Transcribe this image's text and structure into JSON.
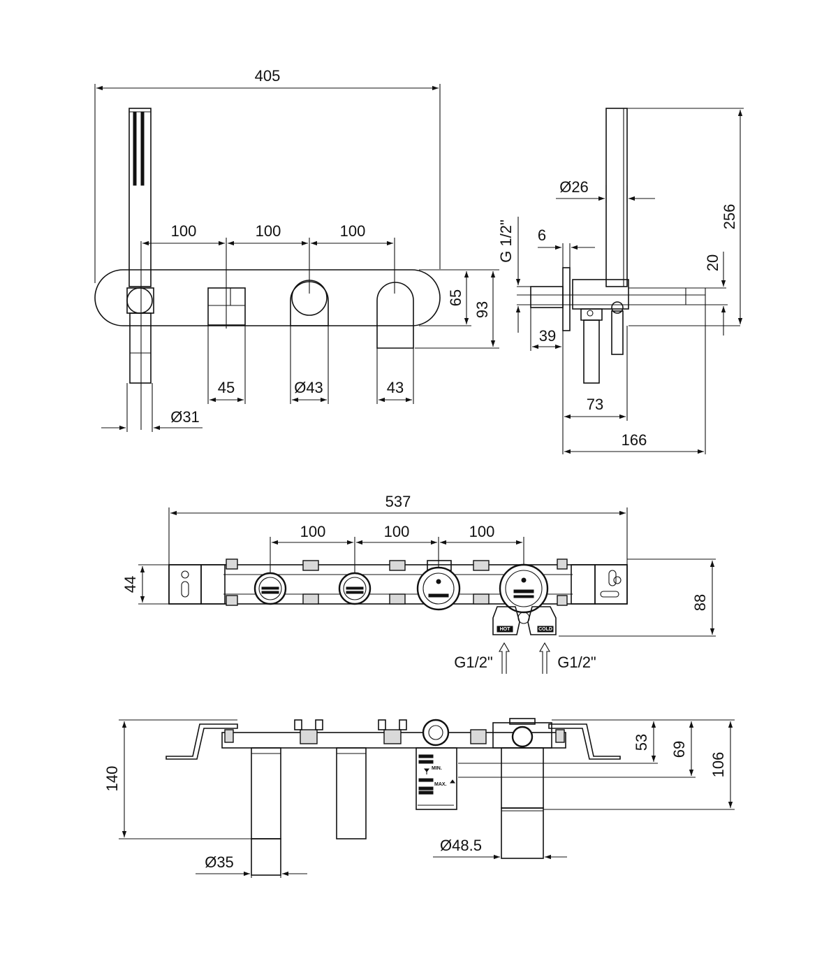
{
  "front_view": {
    "overall_width": "405",
    "spacing_1": "100",
    "spacing_2": "100",
    "spacing_3": "100",
    "height_65": "65",
    "height_93": "93",
    "spout_width": "45",
    "knob_diameter": "Ø43",
    "lever_width": "43",
    "handshower_diameter": "Ø31"
  },
  "side_view": {
    "handshower_diameter": "Ø26",
    "height_256": "256",
    "height_20": "20",
    "thread": "G 1/2\"",
    "plate_6": "6",
    "depth_39": "39",
    "depth_73": "73",
    "depth_166": "166"
  },
  "box_top_view": {
    "overall_width": "537",
    "spacing_1": "100",
    "spacing_2": "100",
    "spacing_3": "100",
    "height_44": "44",
    "height_88": "88",
    "inlet_left": "G1/2\"",
    "inlet_right": "G1/2\"",
    "label_hot": "HOT",
    "label_cold": "COLD"
  },
  "box_section_view": {
    "depth_140": "140",
    "depth_53": "53",
    "depth_69": "69",
    "depth_106": "106",
    "sleeve_diameter": "Ø35",
    "cartridge_diameter": "Ø48.5",
    "label_min": "MIN.",
    "label_max": "MAX."
  },
  "colors": {
    "line": "#111111",
    "fill": "#ffffff",
    "shade": "#d9d9d9"
  }
}
